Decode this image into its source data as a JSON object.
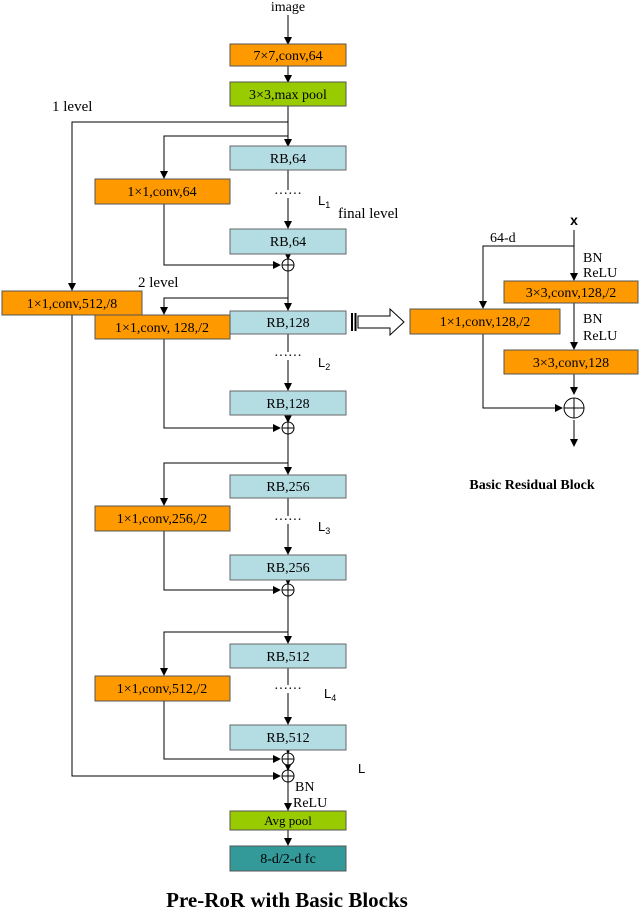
{
  "labels": {
    "image": "image",
    "level1": "1 level",
    "level2": "2 level",
    "final_level": "final level",
    "dots": "······",
    "L1": "L",
    "L1_sub": "1",
    "L2": "L",
    "L2_sub": "2",
    "L3": "L",
    "L3_sub": "3",
    "L4": "L",
    "L4_sub": "4",
    "L": "L",
    "bn_bottom": "BN",
    "relu_bottom": "ReLU",
    "caption": "Pre-RoR with Basic Blocks"
  },
  "blocks": {
    "conv7": "7×7,conv,64",
    "maxpool": "3×3,max pool",
    "rb64_a": "RB,64",
    "rb64_b": "RB,64",
    "conv1_64": "1×1,conv,64",
    "conv1_512_8": "1×1,conv,512,/8",
    "rb128_a": "RB,128",
    "rb128_b": "RB,128",
    "conv1_128": "1×1,conv, 128,/2",
    "rb256_a": "RB,256",
    "rb256_b": "RB,256",
    "conv1_256": "1×1,conv,256,/2",
    "rb512_a": "RB,512",
    "rb512_b": "RB,512",
    "conv1_512": "1×1,conv,512,/2",
    "avgpool": "Avg pool",
    "fc": "8-d/2-d fc"
  },
  "residual_block": {
    "x_label": "x",
    "dim_label": "64-d",
    "bn1": "BN",
    "relu1": "ReLU",
    "conv_a": "3×3,conv,128,/2",
    "bn2": "BN",
    "relu2": "ReLU",
    "conv_b": "3×3,conv,128",
    "shortcut": "1×1,conv,128,/2",
    "title": "Basic Residual Block"
  },
  "colors": {
    "orange": "#ff9900",
    "cyan": "#b3dde3",
    "green": "#99cc00",
    "teal": "#339999"
  }
}
